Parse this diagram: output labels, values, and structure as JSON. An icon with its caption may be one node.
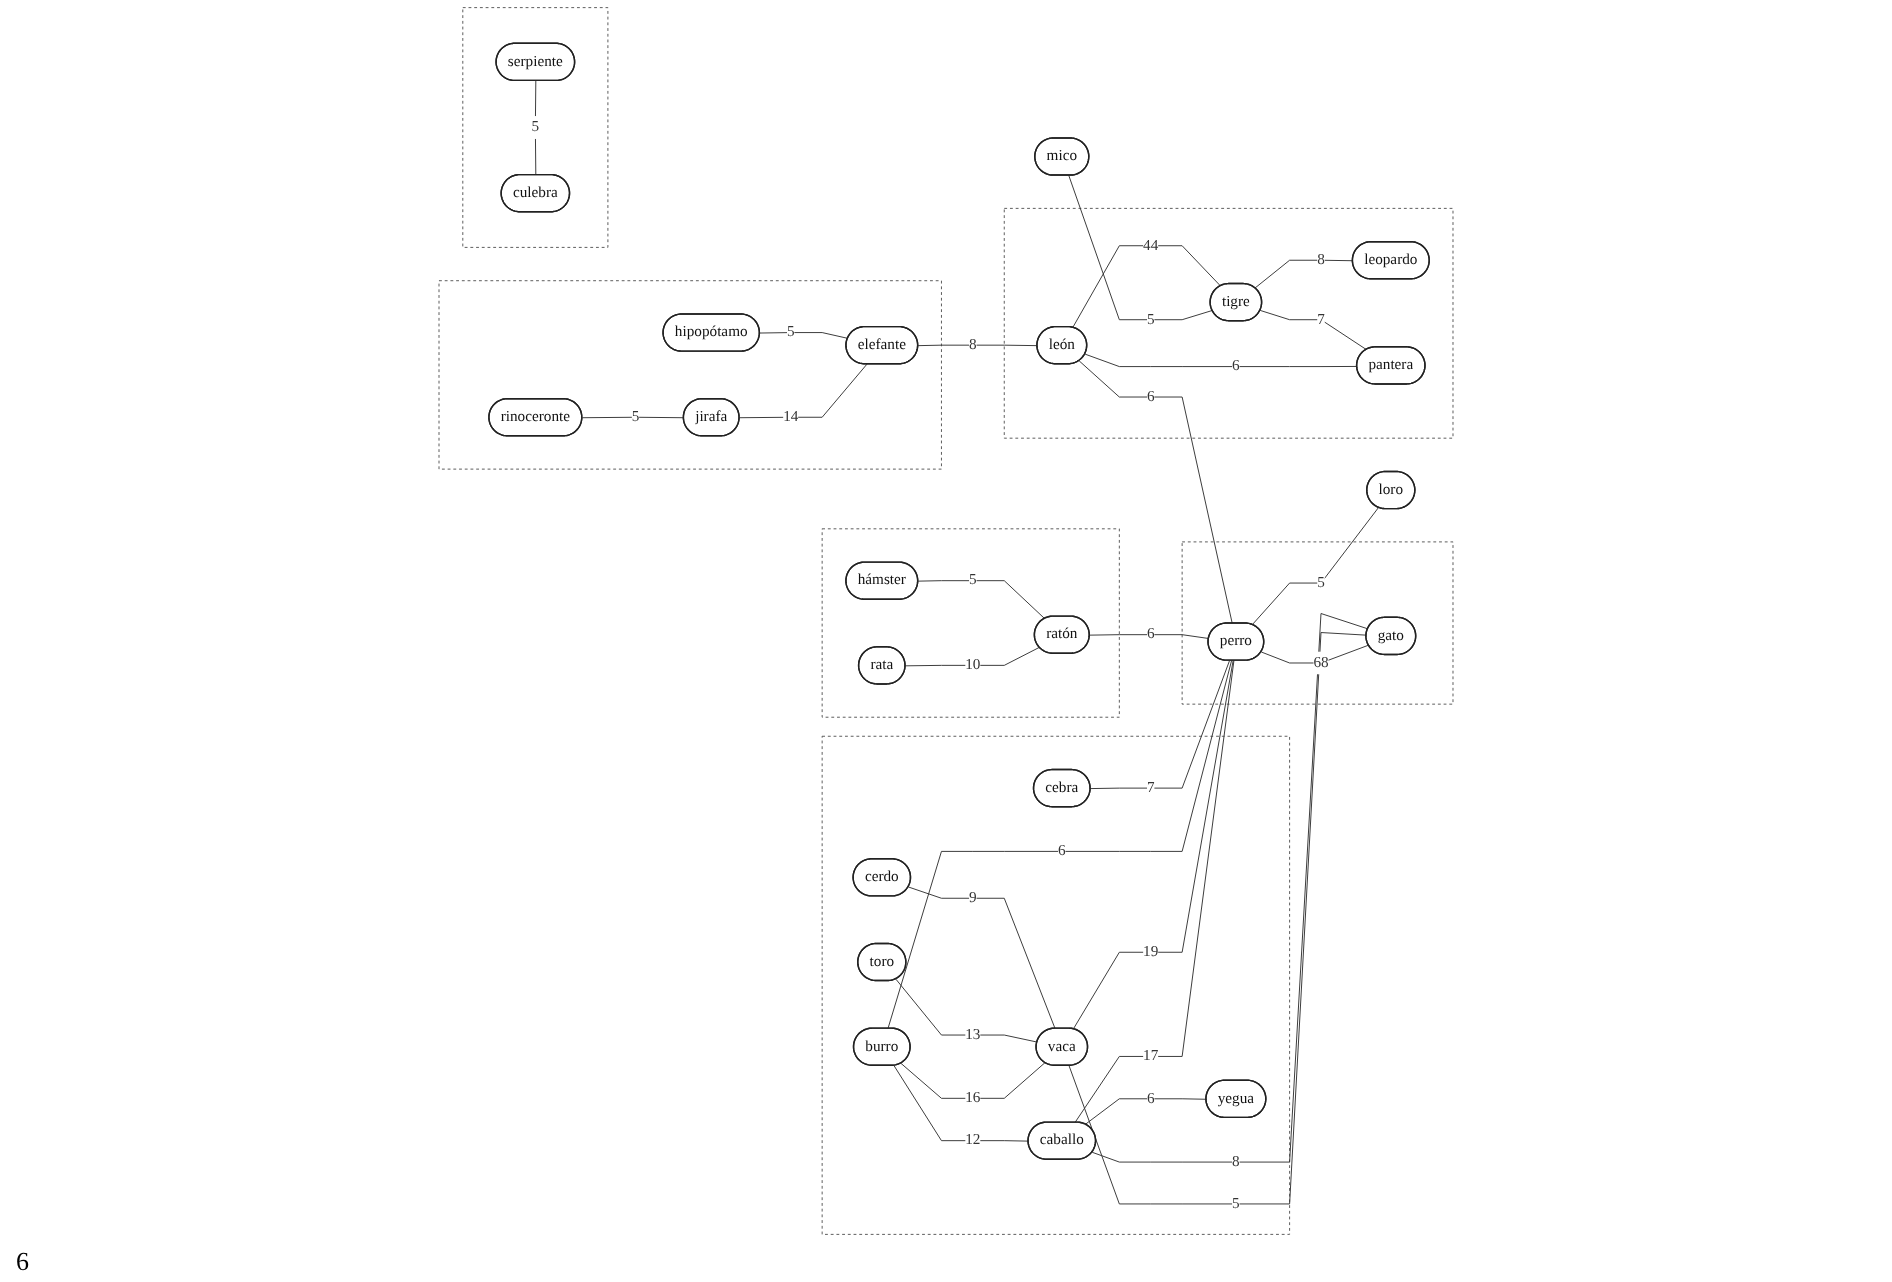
{
  "diagram": {
    "nodes": [
      {
        "text": [],
        "shape": "ellipse"
      },
      {
        "text": [
          "hipopótamo"
        ],
        "in": 0
      },
      {
        "text": [
          "rinoceronte"
        ],
        "in": 0
      },
      {
        "text": [
          "jirafa"
        ],
        "in": 0
      },
      {
        "text": [
          "elefante"
        ],
        "in": 0
      },
      {
        "text": [],
        "shape": "ellipse"
      },
      {
        "text": [
          "hámster"
        ],
        "in": 5
      },
      {
        "text": [
          "rata"
        ],
        "in": 5
      },
      {
        "text": [
          "ratón"
        ],
        "in": 5
      },
      {
        "text": [],
        "shape": "ellipse"
      },
      {
        "text": [
          "cebra"
        ],
        "in": 9
      },
      {
        "text": [
          "cerdo"
        ],
        "in": 9
      },
      {
        "text": [
          "toro"
        ],
        "in": 9
      },
      {
        "text": [
          "burro"
        ],
        "in": 9
      },
      {
        "text": [
          "vaca"
        ],
        "in": 9
      },
      {
        "text": [
          "caballo"
        ],
        "in": 9
      },
      {
        "text": [
          "yegua"
        ],
        "in": 9
      },
      {
        "text": [],
        "shape": "ellipse"
      },
      {
        "text": [
          "perro"
        ],
        "in": 17
      },
      {
        "text": [
          "gato"
        ],
        "in": 17
      },
      {
        "text": [],
        "shape": "ellipse"
      },
      {
        "text": [
          "león"
        ],
        "in": 20
      },
      {
        "text": [
          "tigre"
        ],
        "in": 20
      },
      {
        "text": [
          "mico"
        ]
      },
      {
        "text": [
          "leopardo"
        ],
        "in": 20
      },
      {
        "text": [
          "pantera"
        ],
        "in": 20
      },
      {
        "text": [],
        "shape": "ellipse"
      },
      {
        "text": [
          "serpiente"
        ],
        "in": 26
      },
      {
        "text": [
          "culebra"
        ],
        "in": 26
      },
      {
        "text": [
          "loro"
        ]
      }
    ],
    "edges": [
      {
        "from": 1,
        "to": 4,
        "arrow": "none",
        "label": "5"
      },
      {
        "from": 2,
        "to": 3,
        "arrow": "none",
        "label": "5"
      },
      {
        "from": 3,
        "to": 4,
        "arrow": "none",
        "label": "14"
      },
      {
        "from": 4,
        "to": 21,
        "arrow": "none",
        "label": "8"
      },
      {
        "from": 6,
        "to": 8,
        "arrow": "none",
        "label": "5"
      },
      {
        "from": 7,
        "to": 8,
        "arrow": "none",
        "label": "10"
      },
      {
        "from": 8,
        "to": 18,
        "arrow": "none",
        "label": "6"
      },
      {
        "from": 10,
        "to": 18,
        "arrow": "none",
        "label": "7"
      },
      {
        "from": 11,
        "to": 14,
        "arrow": "none",
        "label": "9"
      },
      {
        "from": 12,
        "to": 14,
        "arrow": "none",
        "label": "13"
      },
      {
        "from": 13,
        "to": 14,
        "arrow": "none",
        "label": "16"
      },
      {
        "from": 13,
        "to": 15,
        "arrow": "none",
        "label": "12"
      },
      {
        "from": 13,
        "to": 18,
        "arrow": "none",
        "label": "6"
      },
      {
        "from": 14,
        "to": 18,
        "arrow": "none",
        "label": "19"
      },
      {
        "from": 15,
        "to": 18,
        "arrow": "none",
        "label": "17"
      },
      {
        "from": 15,
        "to": 19,
        "arrow": "none",
        "label": "8"
      },
      {
        "from": 14,
        "to": 19,
        "arrow": "none",
        "label": "5"
      },
      {
        "from": 15,
        "to": 16,
        "arrow": "none",
        "label": "6"
      },
      {
        "from": 18,
        "to": 19,
        "arrow": "none",
        "label": "68"
      },
      {
        "from": 21,
        "to": 18,
        "arrow": "none",
        "label": "6"
      },
      {
        "from": 21,
        "to": 22,
        "arrow": "none",
        "label": "44"
      },
      {
        "from": 23,
        "to": 22,
        "arrow": "none",
        "label": "5"
      },
      {
        "from": 22,
        "to": 24,
        "arrow": "none",
        "label": "8"
      },
      {
        "from": 22,
        "to": 25,
        "arrow": "none",
        "label": "7"
      },
      {
        "from": 21,
        "to": 25,
        "arrow": "none",
        "label": "6"
      },
      {
        "from": 27,
        "to": 28,
        "arrow": "none",
        "label": "5"
      },
      {
        "from": 18,
        "to": 29,
        "arrow": "none",
        "label": "5"
      }
    ],
    "labels": [
      "6"
    ]
  }
}
